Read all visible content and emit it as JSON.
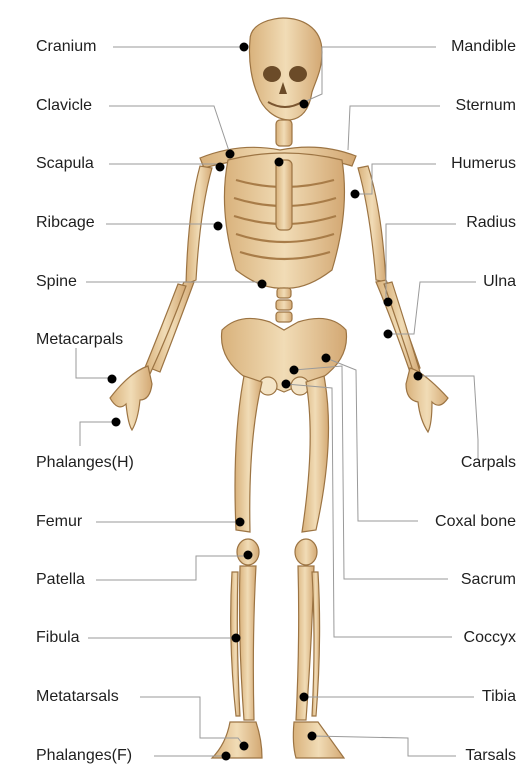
{
  "labels": {
    "cranium": "Cranium",
    "clavicle": "Clavicle",
    "scapula": "Scapula",
    "ribcage": "Ribcage",
    "spine": "Spine",
    "metacarpals": "Metacarpals",
    "phalanges_h": "Phalanges(H)",
    "femur": "Femur",
    "patella": "Patella",
    "fibula": "Fibula",
    "metatarsals": "Metatarsals",
    "phalanges_f": "Phalanges(F)",
    "mandible": "Mandible",
    "sternum": "Sternum",
    "humerus": "Humerus",
    "radius": "Radius",
    "ulna": "Ulna",
    "carpals": "Carpals",
    "coxal_bone": "Coxal bone",
    "sacrum": "Sacrum",
    "coccyx": "Coccyx",
    "tibia": "Tibia",
    "tarsals": "Tarsals"
  },
  "colors": {
    "bone": "#e8c99a",
    "bone_shade": "#c9a06a",
    "bone_outline": "#9c7443",
    "leader_line": "#9a9a9a",
    "dot": "#000000",
    "text": "#1f1f1f"
  }
}
